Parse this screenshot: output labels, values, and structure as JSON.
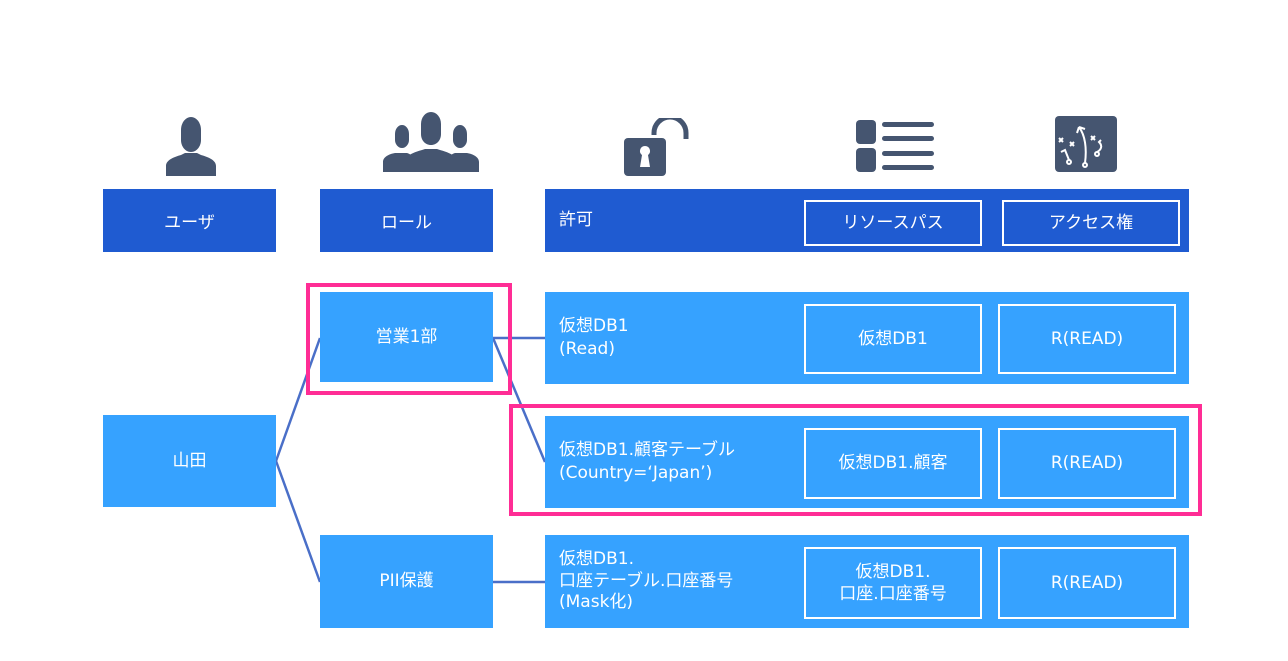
{
  "headers": {
    "user": "ユーザ",
    "role": "ロール",
    "permission": "許可",
    "resource_path": "リソースパス",
    "access_right": "アクセス権"
  },
  "icons": [
    "user-icon",
    "group-icon",
    "unlock-icon",
    "list-icon",
    "strategy-icon"
  ],
  "user": {
    "name": "山田"
  },
  "roles": [
    {
      "name": "営業1部"
    },
    {
      "name": "PII保護"
    }
  ],
  "permissions": [
    {
      "lines": [
        "仮想DB1",
        "(Read)"
      ],
      "path": [
        "仮想DB1"
      ],
      "access": "R(READ)"
    },
    {
      "lines": [
        "仮想DB1.顧客テーブル",
        "(Country=‘Japan’)"
      ],
      "path": [
        "仮想DB1.顧客"
      ],
      "access": "R(READ)"
    },
    {
      "lines": [
        "仮想DB1.",
        "口座テーブル.口座番号",
        "(Mask化)"
      ],
      "path": [
        "仮想DB1.",
        "口座.口座番号"
      ],
      "access": "R(READ)"
    }
  ],
  "colors": {
    "header": "#1f5bd1",
    "box": "#36a2ff",
    "icon": "#455570",
    "highlight": "#ff2d95",
    "connector": "#4a6fc8"
  }
}
